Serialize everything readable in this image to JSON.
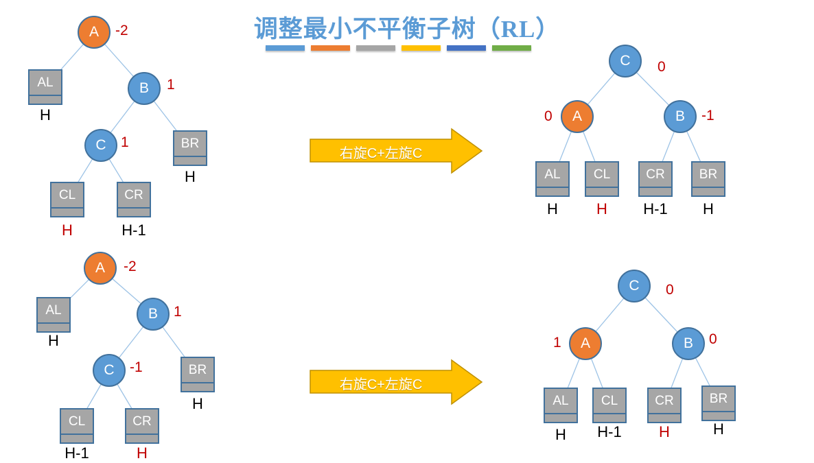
{
  "title": {
    "text": "调整最小不平衡子树（RL）",
    "color": "#5B9BD5"
  },
  "divider": {
    "colors": [
      "#5B9BD5",
      "#ED7D31",
      "#A5A5A5",
      "#FFC000",
      "#4472C4",
      "#70AD47"
    ]
  },
  "arrows": [
    {
      "label": "右旋C+左旋C"
    },
    {
      "label": "右旋C+左旋C"
    }
  ],
  "colors": {
    "node_blue": "#5B9BD5",
    "node_orange": "#ED7D31",
    "node_border": "#41719C",
    "box_fill": "#A6A6A6",
    "box_border": "#41719C",
    "edge": "#9DC3E6",
    "balance_factor_red": "#C00000",
    "height_black": "#000000",
    "arrow_fill": "#FFC000",
    "arrow_border": "#BF9000"
  },
  "trees": [
    {
      "name": "before-rotation-top-left",
      "circles": [
        {
          "label": "A",
          "bf": "-2",
          "variant": "orange"
        },
        {
          "label": "B",
          "bf": "1",
          "variant": "blue"
        },
        {
          "label": "C",
          "bf": "1",
          "variant": "blue"
        }
      ],
      "boxes": [
        {
          "label": "AL",
          "height": "H",
          "height_color": "black"
        },
        {
          "label": "BR",
          "height": "H",
          "height_color": "black"
        },
        {
          "label": "CL",
          "height": "H",
          "height_color": "red"
        },
        {
          "label": "CR",
          "height": "H-1",
          "height_color": "black"
        }
      ]
    },
    {
      "name": "after-rotation-top-right",
      "circles": [
        {
          "label": "C",
          "bf": "0",
          "variant": "blue"
        },
        {
          "label": "A",
          "bf": "0",
          "variant": "orange"
        },
        {
          "label": "B",
          "bf": "-1",
          "variant": "blue"
        }
      ],
      "boxes": [
        {
          "label": "AL",
          "height": "H",
          "height_color": "black"
        },
        {
          "label": "CL",
          "height": "H",
          "height_color": "red"
        },
        {
          "label": "CR",
          "height": "H-1",
          "height_color": "black"
        },
        {
          "label": "BR",
          "height": "H",
          "height_color": "black"
        }
      ]
    },
    {
      "name": "before-rotation-bottom-left",
      "circles": [
        {
          "label": "A",
          "bf": "-2",
          "variant": "orange"
        },
        {
          "label": "B",
          "bf": "1",
          "variant": "blue"
        },
        {
          "label": "C",
          "bf": "-1",
          "variant": "blue"
        }
      ],
      "boxes": [
        {
          "label": "AL",
          "height": "H",
          "height_color": "black"
        },
        {
          "label": "BR",
          "height": "H",
          "height_color": "black"
        },
        {
          "label": "CL",
          "height": "H-1",
          "height_color": "black"
        },
        {
          "label": "CR",
          "height": "H",
          "height_color": "red"
        }
      ]
    },
    {
      "name": "after-rotation-bottom-right",
      "circles": [
        {
          "label": "C",
          "bf": "0",
          "variant": "blue"
        },
        {
          "label": "A",
          "bf": "1",
          "variant": "orange"
        },
        {
          "label": "B",
          "bf": "0",
          "variant": "blue"
        }
      ],
      "boxes": [
        {
          "label": "AL",
          "height": "H",
          "height_color": "black"
        },
        {
          "label": "CL",
          "height": "H-1",
          "height_color": "black"
        },
        {
          "label": "CR",
          "height": "H",
          "height_color": "red"
        },
        {
          "label": "BR",
          "height": "H",
          "height_color": "black"
        }
      ]
    }
  ]
}
